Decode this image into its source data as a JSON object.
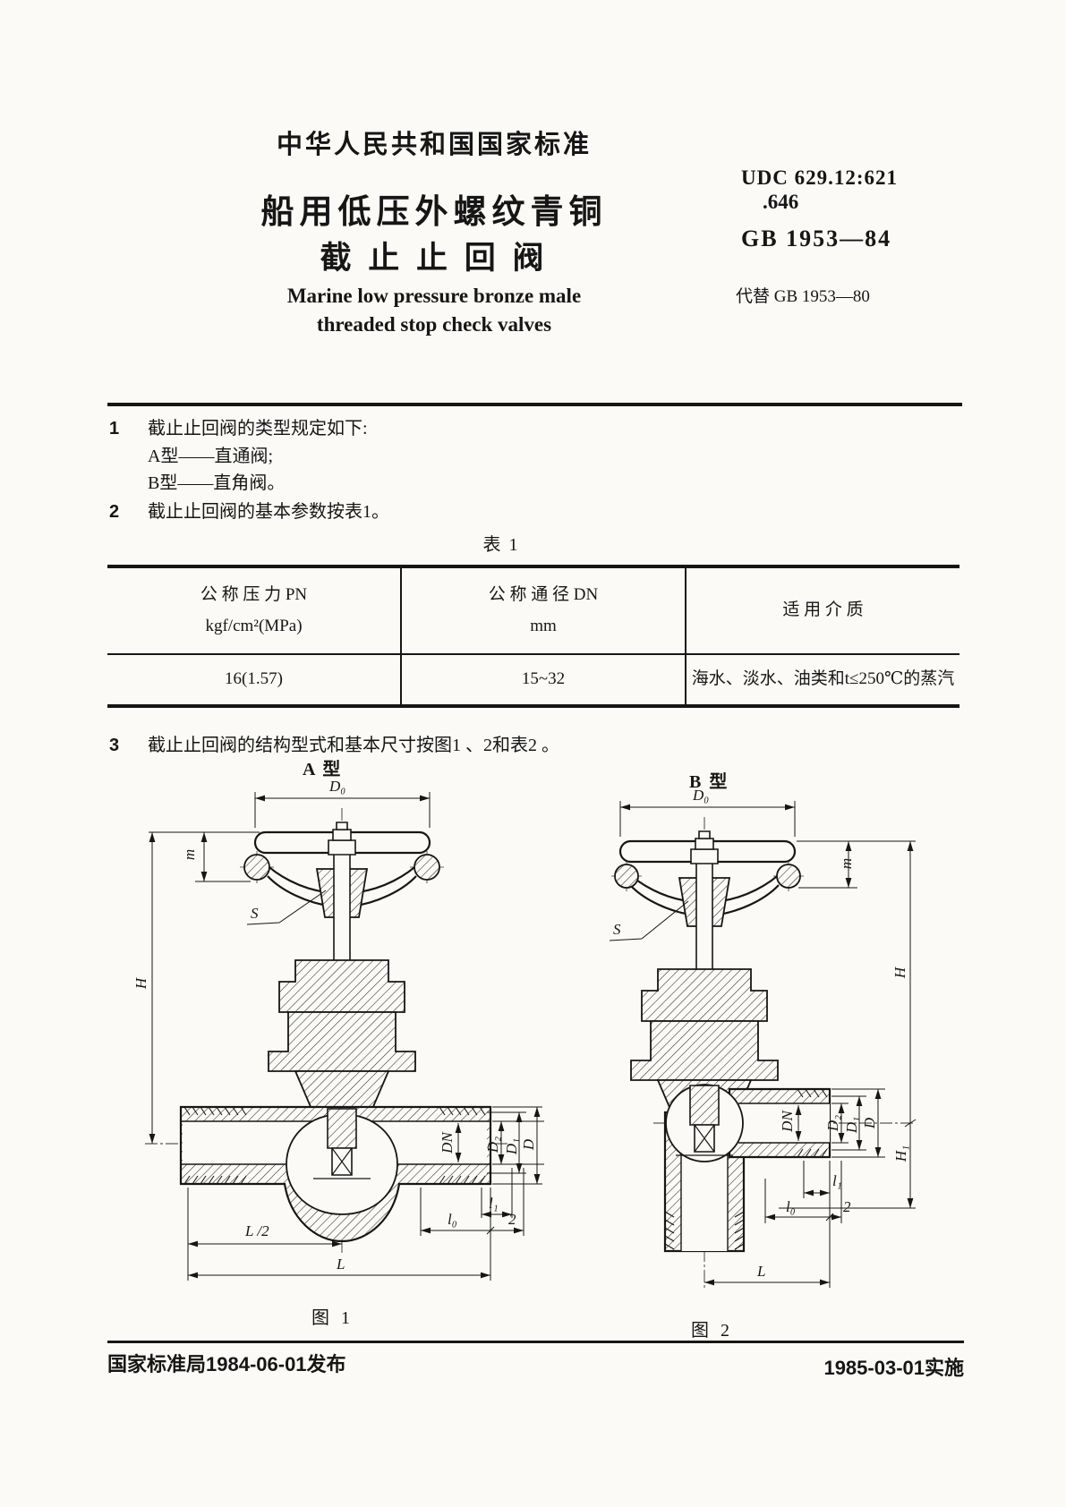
{
  "header": {
    "national_standard": "中华人民共和国国家标准",
    "title_cn_line1": "船用低压外螺纹青铜",
    "title_cn_line2": "截 止 止 回 阀",
    "title_en_line1": "Marine low pressure bronze male",
    "title_en_line2": "threaded stop check valves",
    "udc_line1": "UDC 629.12:621",
    "udc_line2": ".646",
    "standard_no": "GB 1953—84",
    "replaces": "代替 GB 1953—80"
  },
  "clauses": {
    "c1_no": "1",
    "c1_text": "截止止回阀的类型规定如下:",
    "c1_item_a": "A型——直通阀;",
    "c1_item_b": "B型——直角阀。",
    "c2_no": "2",
    "c2_text": "截止止回阀的基本参数按表1。",
    "c3_no": "3",
    "c3_text": "截止止回阀的结构型式和基本尺寸按图1 、2和表2 。"
  },
  "table1": {
    "caption": "表 1",
    "columns": [
      {
        "line1": "公 称 压 力 PN",
        "line2": "kgf/cm²(MPa)"
      },
      {
        "line1": "公 称 通 径 DN",
        "line2": "mm"
      },
      {
        "line1": "适   用   介   质",
        "line2": ""
      }
    ],
    "rows": [
      {
        "pn": "16(1.57)",
        "dn": "15~32",
        "medium": "海水、淡水、油类和t≤250℃的蒸汽"
      }
    ]
  },
  "figure1": {
    "type_label": "A 型",
    "caption": "图 1",
    "dims": {
      "d0": "D₀",
      "m": "m",
      "s": "S",
      "h": "H",
      "dn": "DN",
      "d2": "D₂",
      "d1": "D₁",
      "d": "D",
      "l1": "l₁",
      "l0": "l₀",
      "two": "2",
      "l_half": "L /2",
      "l": "L"
    }
  },
  "figure2": {
    "type_label": "B 型",
    "caption": "图 2",
    "dims": {
      "d0": "D₀",
      "m": "m",
      "s": "S",
      "h": "H",
      "h1": "H₁",
      "dn": "DN",
      "d2": "D₂",
      "d1": "D₁",
      "d": "D",
      "l1": "l₁",
      "l0": "l₀",
      "two": "2",
      "l": "L"
    }
  },
  "footer": {
    "issued": "国家标准局1984-06-01发布",
    "effective": "1985-03-01实施"
  }
}
